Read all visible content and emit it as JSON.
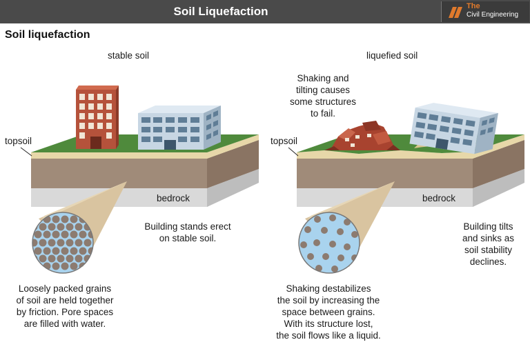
{
  "banner": {
    "title": "Soil Liquefaction",
    "logo_the": "The",
    "logo_name": "Civil Engineering"
  },
  "heading": "Soil liquefaction",
  "left": {
    "title": "stable soil",
    "topsoil": "topsoil",
    "bedrock": "bedrock",
    "building_note": "Building stands erect\non stable soil.",
    "grain_note": "Loosely packed grains\nof soil are held together\nby friction.  Pore spaces\nare filled with water."
  },
  "right": {
    "title": "liquefied soil",
    "shaking_note": "Shaking and\ntilting causes\nsome structures\nto fail.",
    "topsoil": "topsoil",
    "bedrock": "bedrock",
    "building_note": "Building tilts\nand sinks as\nsoil stability\ndeclines.",
    "grain_note": "Shaking destabilizes\nthe soil by increasing the\nspace between grains.\nWith its structure lost,\nthe soil flows like a liquid."
  },
  "colors": {
    "banner": "#4a4a4a",
    "grass": "#4f8a3c",
    "sand": "#e7d7a9",
    "soil": "#a08b79",
    "bedrock": "#d9d9d9",
    "water": "#a9d3ee",
    "grain": "#8c7b70",
    "brick": "#b5523b"
  }
}
